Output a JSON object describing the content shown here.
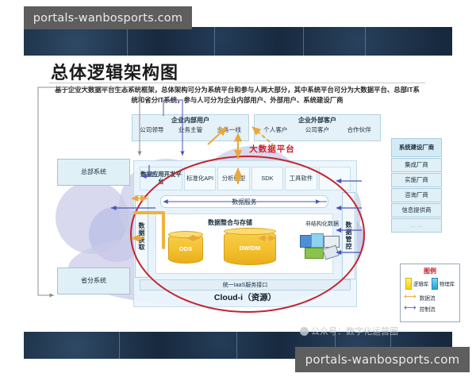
{
  "watermarks": {
    "url_top": "portals-wanbosports.com",
    "url_bottom": "portals-wanbosports.com",
    "faint_text": "公众号：数字化运营圈"
  },
  "slide": {
    "title": "总体逻辑架构图",
    "description": "基于企业大数据平台生态系统框架，总体架构可分为系统平台和参与人两大部分，其中系统平台可分为大数据平台、总部IT系统和省分IT系统，参与人可分为企业内部用户、外部用户、系统建设厂商"
  },
  "side_systems": {
    "headquarters": "总部系统",
    "province": "省分系统"
  },
  "user_groups": [
    {
      "title": "企业内部用户",
      "members": [
        "公司领导",
        "业务主管",
        "业务一线"
      ]
    },
    {
      "title": "企业外部客户",
      "members": [
        "个人客户",
        "公司客户",
        "合作伙伴"
      ]
    }
  ],
  "vendors": {
    "title": "系统建设厂商",
    "items": [
      "集成厂商",
      "实施厂商",
      "咨询厂商",
      "信息提供商",
      "……"
    ]
  },
  "platform": {
    "label": "大数据平台",
    "app_dev": [
      "数据应用开发平台",
      "标准化API",
      "分析模型",
      "SDK",
      "工具软件",
      "……"
    ],
    "left_bar": "数据获取",
    "right_bar": "数据管控",
    "data_service": "数据服务",
    "integration_title": "数据整合与存储",
    "unstructured_label": "非结构化数据",
    "stores": [
      {
        "name": "ODS"
      },
      {
        "name": "DW/DM"
      }
    ],
    "iaas": "统一IaaS服务接口",
    "cloud": "Cloud-i（资源）"
  },
  "legend": {
    "title": "图例",
    "swatches": [
      {
        "label": "逻辑库",
        "color": "#f2d012"
      },
      {
        "label": "物理库",
        "color": "#1fa4dc"
      }
    ],
    "flows": [
      {
        "label": "数据流",
        "color": "#e6a83a",
        "glyph": "⟷"
      },
      {
        "label": "控制流",
        "color": "#5a5fd0",
        "glyph": "⟷"
      }
    ]
  }
}
